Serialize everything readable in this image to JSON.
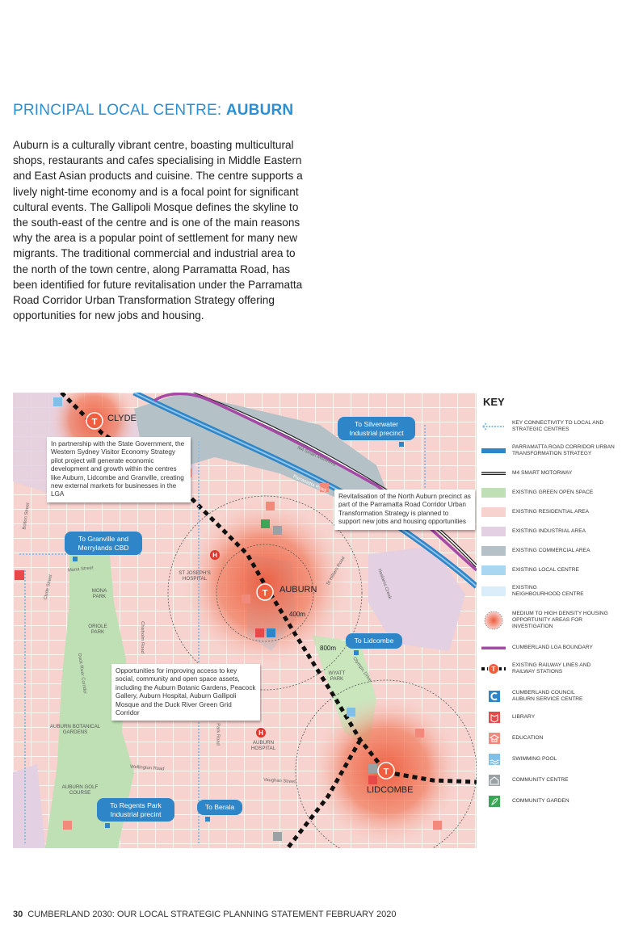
{
  "heading": {
    "prefix": "PRINCIPAL LOCAL CENTRE: ",
    "emphasis": "AUBURN"
  },
  "intro": "Auburn is a culturally vibrant centre, boasting multicultural shops, restaurants and cafes specialising in Middle Eastern and East Asian products and cuisine. The centre supports a lively night-time economy and is a focal point for significant cultural events. The Gallipoli Mosque defines the skyline to the south-east of the centre and is one of the main reasons why the area is a popular point of settlement for many new migrants. The traditional commercial and industrial area to the north of the town centre, along Parramatta Road, has been identified for future revitalisation under the Parramatta Road Corridor Urban Transformation Strategy offering opportunities for new jobs and housing.",
  "map": {
    "centres": {
      "clyde": "CLYDE",
      "auburn": "AUBURN",
      "lidcombe": "LIDCOMBE"
    },
    "distances": {
      "d400": "400m",
      "d800": "800m"
    },
    "callouts": {
      "western_sydney": "In partnership with the State Government, the Western Sydney Visitor Economy Strategy pilot project will generate economic development and growth within the centres like Auburn, Lidcombe and Granville, creating new external markets for businesses in the LGA",
      "north_auburn": "Revitalisation of the North Auburn precinct as part of the Parramatta Road Corridor Urban Transformation Strategy is planned to support new jobs and housing opportunities",
      "opportunities": "Opportunities for improving access to key social, community and open space assets, including the Auburn Botanic Gardens, Peacock Gallery, Auburn Hospital, Auburn Gallipoli Mosque and the Duck River Green Grid Corridor"
    },
    "bubbles": {
      "silverwater": "To Silverwater Industrial precinct",
      "granville": "To Granville and Merrylands CBD",
      "lidcombe": "To Lidcombe",
      "regents_park": "To Regents Park Industrial precint",
      "berala": "To Berala"
    },
    "places": {
      "mona_park": "MONA PARK",
      "oriole_park": "ORIOLE PARK",
      "st_josephs": "ST JOSEPH'S HOSPITAL",
      "wyatt_park": "WYATT PARK",
      "botanic": "AUBURN BOTANICAL GARDENS",
      "auburn_hospital": "AUBURN HOSPITAL",
      "golf": "AUBURN GOLF COURSE"
    },
    "roads": {
      "m4": "M4 Smart Motorway",
      "parramatta": "Parramatta Road",
      "mona": "Mona Street",
      "wellington": "Wellington Road",
      "vaughan": "Vaughan Street",
      "park": "Park Road",
      "chisholm": "Chisholm Road",
      "duck": "Duck River Corridor",
      "clyde_st": "Clyde Street",
      "bolton": "Bolton Street",
      "olympic": "Olympic Drive",
      "haslams": "Haslams Creek",
      "st_hilliers": "St Hilliers Road"
    }
  },
  "key": {
    "title": "KEY",
    "items": [
      {
        "label": "KEY CONNECTIVITY TO LOCAL AND STRATEGIC CENTRES",
        "symbol": "connectivity-arrow"
      },
      {
        "label": "PARRAMATTA ROAD CORRIDOR URBAN TRANSFORMATION STRATEGY",
        "symbol": "corridor-line"
      },
      {
        "label": "M4 SMART MOTORWAY",
        "symbol": "motorway-line"
      },
      {
        "label": "EXISTING GREEN OPEN SPACE",
        "symbol": "green-swatch"
      },
      {
        "label": "EXISTING RESIDENTIAL AREA",
        "symbol": "residential-swatch"
      },
      {
        "label": "EXISTING INDUSTRIAL AREA",
        "symbol": "industrial-swatch"
      },
      {
        "label": "EXISTING COMMERCIAL AREA",
        "symbol": "commercial-swatch"
      },
      {
        "label": "EXISTING LOCAL CENTRE",
        "symbol": "local-centre-swatch"
      },
      {
        "label": "EXISTING NEIGHBOURHOOD CENTRE",
        "symbol": "neighbourhood-swatch"
      },
      {
        "label": "MEDIUM TO HIGH DENSITY HOUSING OPPORTUNITY AREAS FOR INVESTIGATION",
        "symbol": "housing-circle"
      },
      {
        "label": "CUMBERLAND LGA BOUNDARY",
        "symbol": "boundary-line"
      },
      {
        "label": "EXISTING RAILWAY LINES AND RAILWAY STATIONS",
        "symbol": "railway"
      },
      {
        "label": "CUMBERLAND COUNCIL AUBURN SERVICE CENTRE",
        "symbol": "council-icon"
      },
      {
        "label": "LIBRARY",
        "symbol": "library-icon"
      },
      {
        "label": "EDUCATION",
        "symbol": "education-icon"
      },
      {
        "label": "SWIMMING POOL",
        "symbol": "pool-icon"
      },
      {
        "label": "COMMUNITY CENTRE",
        "symbol": "community-centre-icon"
      },
      {
        "label": "COMMUNITY GARDEN",
        "symbol": "garden-icon"
      }
    ]
  },
  "colors": {
    "accent": "#2a8fd4",
    "residential": "#f7d3cf",
    "green": "#bfe0b4",
    "industrial": "#e3d0e2",
    "commercial": "#b4c1c6",
    "corridor": "#2e86c8",
    "boundary": "#a648a6",
    "housing": "#ef5e3f"
  },
  "footer": {
    "page": "30",
    "text": "CUMBERLAND 2030: OUR LOCAL STRATEGIC PLANNING STATEMENT FEBRUARY 2020"
  }
}
